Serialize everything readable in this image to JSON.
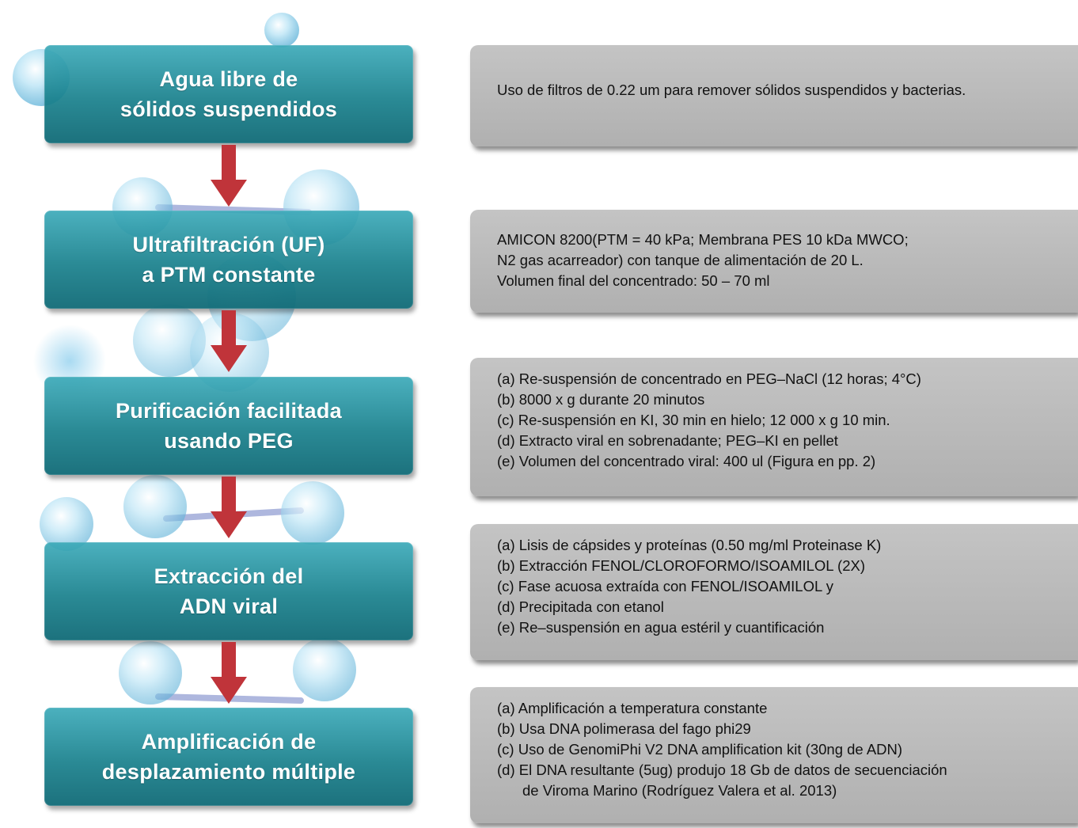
{
  "colors": {
    "step_fill": "#1f8a96",
    "arrow": "#c0343a",
    "note_fill": "#b9b9b9",
    "bubble": "#8fd0ec"
  },
  "steps": [
    {
      "label": "Agua libre de\nsólidos suspendidos"
    },
    {
      "label": "Ultrafiltración (UF)\na PTM constante"
    },
    {
      "label": "Purificación facilitada\nusando PEG"
    },
    {
      "label": "Extracción del\nADN viral"
    },
    {
      "label": "Amplificación de\ndesplazamiento múltiple"
    }
  ],
  "notes": [
    {
      "lines": [
        "Uso de filtros de 0.22 um para remover sólidos suspendidos y bacterias."
      ]
    },
    {
      "lines": [
        "AMICON 8200(PTM = 40 kPa; Membrana PES 10 kDa MWCO;",
        "N2 gas acarreador) con tanque de alimentación de 20 L.",
        "Volumen final del concentrado: 50 – 70 ml"
      ]
    },
    {
      "lines": [
        "(a) Re-suspensión de concentrado en PEG–NaCl (12 horas; 4°C)",
        "(b) 8000 x g durante 20 minutos",
        "(c) Re-suspensión en KI, 30 min en hielo; 12 000 x g 10 min.",
        "(d) Extracto viral en sobrenadante; PEG–KI en pellet",
        "(e) Volumen del concentrado viral: 400 ul (Figura en pp. 2)"
      ]
    },
    {
      "lines": [
        "(a) Lisis de cápsides y proteínas (0.50 mg/ml Proteinase K)",
        "(b) Extracción FENOL/CLOROFORMO/ISOAMILOL (2X)",
        "(c) Fase acuosa extraída con FENOL/ISOAMILOL y",
        "(d) Precipitada con etanol",
        "(e) Re–suspensión en agua estéril y cuantificación"
      ]
    },
    {
      "lines": [
        "(a) Amplificación a temperatura constante",
        "(b) Usa DNA polimerasa del fago phi29",
        "(c) Uso de GenomiPhi V2 DNA amplification kit (30ng de ADN)",
        "(d) El DNA resultante (5ug) produjo 18 Gb de datos de secuenciación",
        "de Viroma Marino (Rodríguez Valera et al. 2013)"
      ]
    }
  ]
}
